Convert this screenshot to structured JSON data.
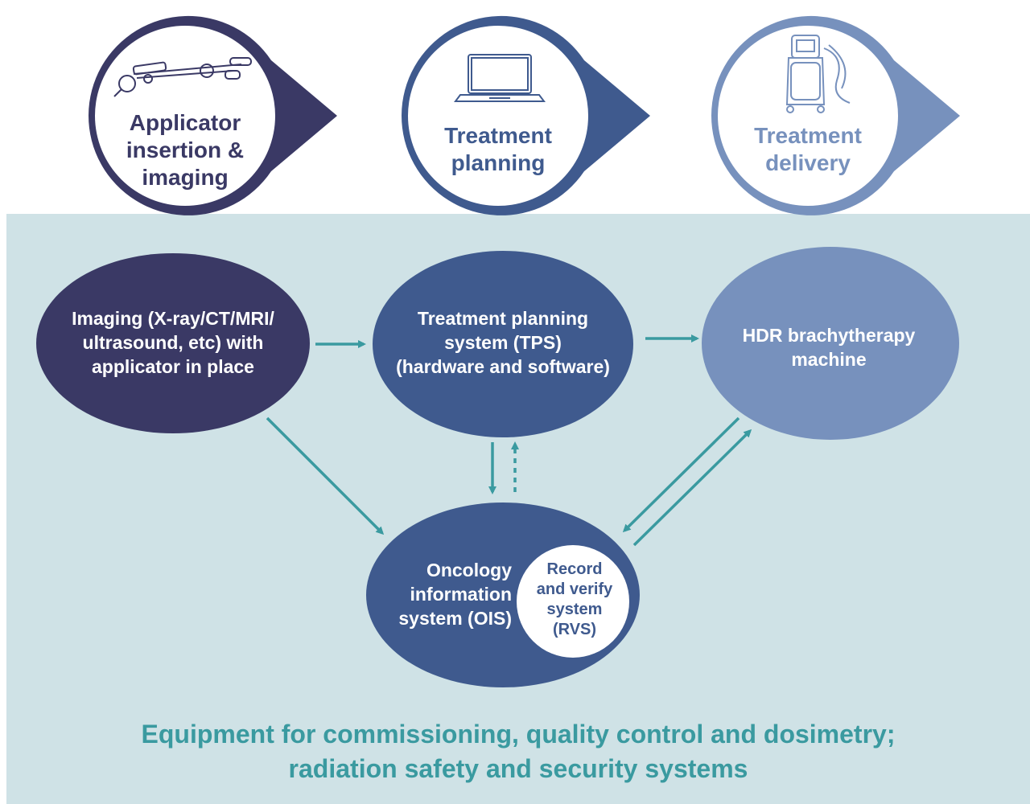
{
  "colors": {
    "stage1": "#3a3965",
    "stage2": "#3f5a8e",
    "stage3": "#7791bd",
    "panel": "#cfe2e6",
    "arrow": "#3a9aa0",
    "footer_text": "#3a9aa0"
  },
  "stages": [
    {
      "lines": [
        "Applicator",
        "insertion &",
        "imaging"
      ],
      "icon": "applicator-icon"
    },
    {
      "lines": [
        "Treatment",
        "planning"
      ],
      "icon": "laptop-icon"
    },
    {
      "lines": [
        "Treatment",
        "delivery"
      ],
      "icon": "hdr-machine-icon"
    }
  ],
  "nodes": {
    "imaging": {
      "lines": [
        "Imaging (X-ray/CT/MRI/",
        "ultrasound, etc) with",
        "applicator in place"
      ]
    },
    "tps": {
      "lines": [
        "Treatment planning",
        "system (TPS)",
        "(hardware and software)"
      ]
    },
    "hdr": {
      "lines": [
        "HDR brachytherapy",
        "machine"
      ]
    },
    "ois": {
      "lines": [
        "Oncology",
        "information",
        "system (OIS)"
      ]
    },
    "rvs": {
      "lines": [
        "Record",
        "and verify",
        "system",
        "(RVS)"
      ]
    }
  },
  "footer": {
    "line1": "Equipment for commissioning, quality control and dosimetry;",
    "line2": "radiation safety and security systems"
  }
}
